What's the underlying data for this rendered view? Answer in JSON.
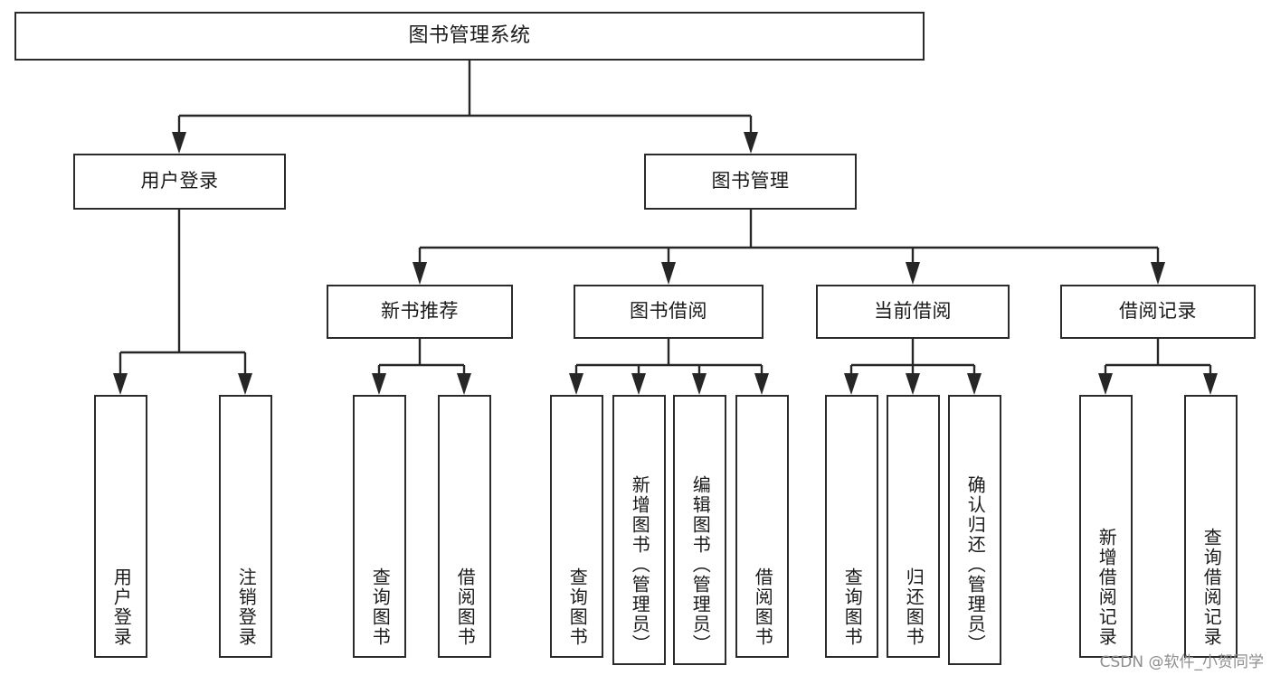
{
  "diagram": {
    "title": "图书管理系统",
    "type": "tree-hierarchy-diagram",
    "root": {
      "label": "图书管理系统"
    },
    "level2": [
      {
        "label": "用户登录"
      },
      {
        "label": "图书管理"
      }
    ],
    "level3": [
      {
        "label": "新书推荐"
      },
      {
        "label": "图书借阅"
      },
      {
        "label": "当前借阅"
      },
      {
        "label": "借阅记录"
      }
    ],
    "leaves": {
      "user_login": [
        {
          "label": "用户登录"
        },
        {
          "label": "注销登录"
        }
      ],
      "new_book_recommend": [
        {
          "label": "查询图书"
        },
        {
          "label": "借阅图书"
        }
      ],
      "book_borrow": [
        {
          "label": "查询图书"
        },
        {
          "label": "新增图书（管理员）"
        },
        {
          "label": "编辑图书（管理员）"
        },
        {
          "label": "借阅图书"
        }
      ],
      "current_borrow": [
        {
          "label": "查询图书"
        },
        {
          "label": "归还图书"
        },
        {
          "label": "确认归还（管理员）"
        }
      ],
      "borrow_record": [
        {
          "label": "新增借阅记录"
        },
        {
          "label": "查询借阅记录"
        }
      ]
    }
  },
  "watermark": {
    "text": "CSDN @软件_小贺同学"
  },
  "colors": {
    "box_border": "#2b2b2b",
    "box_fill": "#ffffff",
    "connector": "#262626",
    "text": "#1a1a1a",
    "watermark": "#8e8e8e"
  }
}
